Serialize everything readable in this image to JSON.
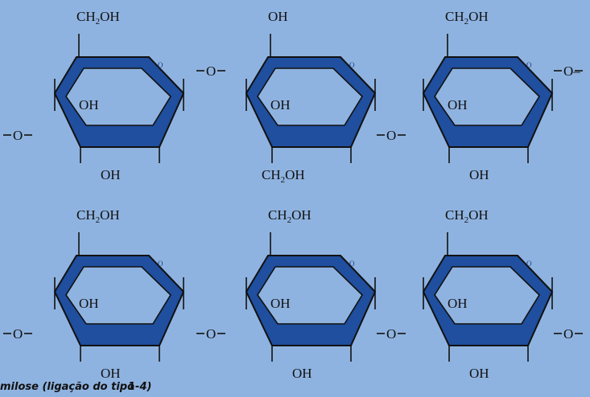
{
  "colors": {
    "background": "#8fb3e0",
    "ring_fill": "#1f4f9e",
    "ring_inner": "#8fb3e0",
    "stroke": "#111111"
  },
  "rows": [
    {
      "name": "top-chain",
      "rings": [
        {
          "top_label": "CH2OH",
          "inner_label": "OH",
          "bottom_label": "OH",
          "ring_o": "O"
        },
        {
          "top_label": "OH",
          "inner_label": "OH",
          "bottom_label": "CH2OH",
          "ring_o": "O"
        },
        {
          "top_label": "CH2OH",
          "inner_label": "OH",
          "bottom_label": "OH",
          "ring_o": "O"
        }
      ],
      "links": [
        "O",
        "O",
        "O",
        "O–"
      ]
    },
    {
      "name": "bottom-chain",
      "rings": [
        {
          "top_label": "CH2OH",
          "inner_label": "OH",
          "bottom_label": "OH",
          "ring_o": "O"
        },
        {
          "top_label": "CH2OH",
          "inner_label": "OH",
          "bottom_label": "OH",
          "ring_o": "O"
        },
        {
          "top_label": "CH2OH",
          "inner_label": "OH",
          "bottom_label": "OH",
          "ring_o": "O"
        }
      ],
      "links": [
        "O",
        "O",
        "O",
        "O"
      ]
    }
  ],
  "caption": {
    "part1": "milose (ligação do tipo",
    "part2": "1-4)"
  }
}
